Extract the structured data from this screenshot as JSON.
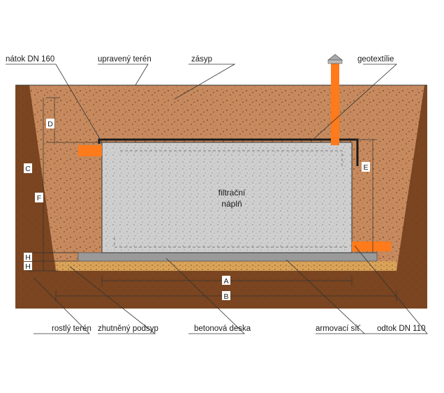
{
  "labels": {
    "natok": "nátok DN 160",
    "upraveny_teren": "upravený terén",
    "zasyp": "zásyp",
    "geotextilie": "geotextílie",
    "filtracni_1": "filtrační",
    "filtracni_2": "náplň",
    "rostly_teren": "rostlý terén",
    "zhutneny_podsyp": "zhutněný podsyp",
    "betonova_deska": "betonová deska",
    "armovaci_sit": "armovací síť",
    "odtok": "odtok DN 110"
  },
  "dimensions": {
    "A": "A",
    "B": "B",
    "C": "C",
    "D": "D",
    "E": "E",
    "F": "F",
    "H1": "H",
    "H2": "H"
  },
  "colors": {
    "soil_dark": "#7a4520",
    "backfill": "#c68a5e",
    "filter_fill": "#cfcfcf",
    "pipe": "#ff7a1a",
    "gravel": "#d9a35a",
    "concrete": "#9a9a9a"
  }
}
